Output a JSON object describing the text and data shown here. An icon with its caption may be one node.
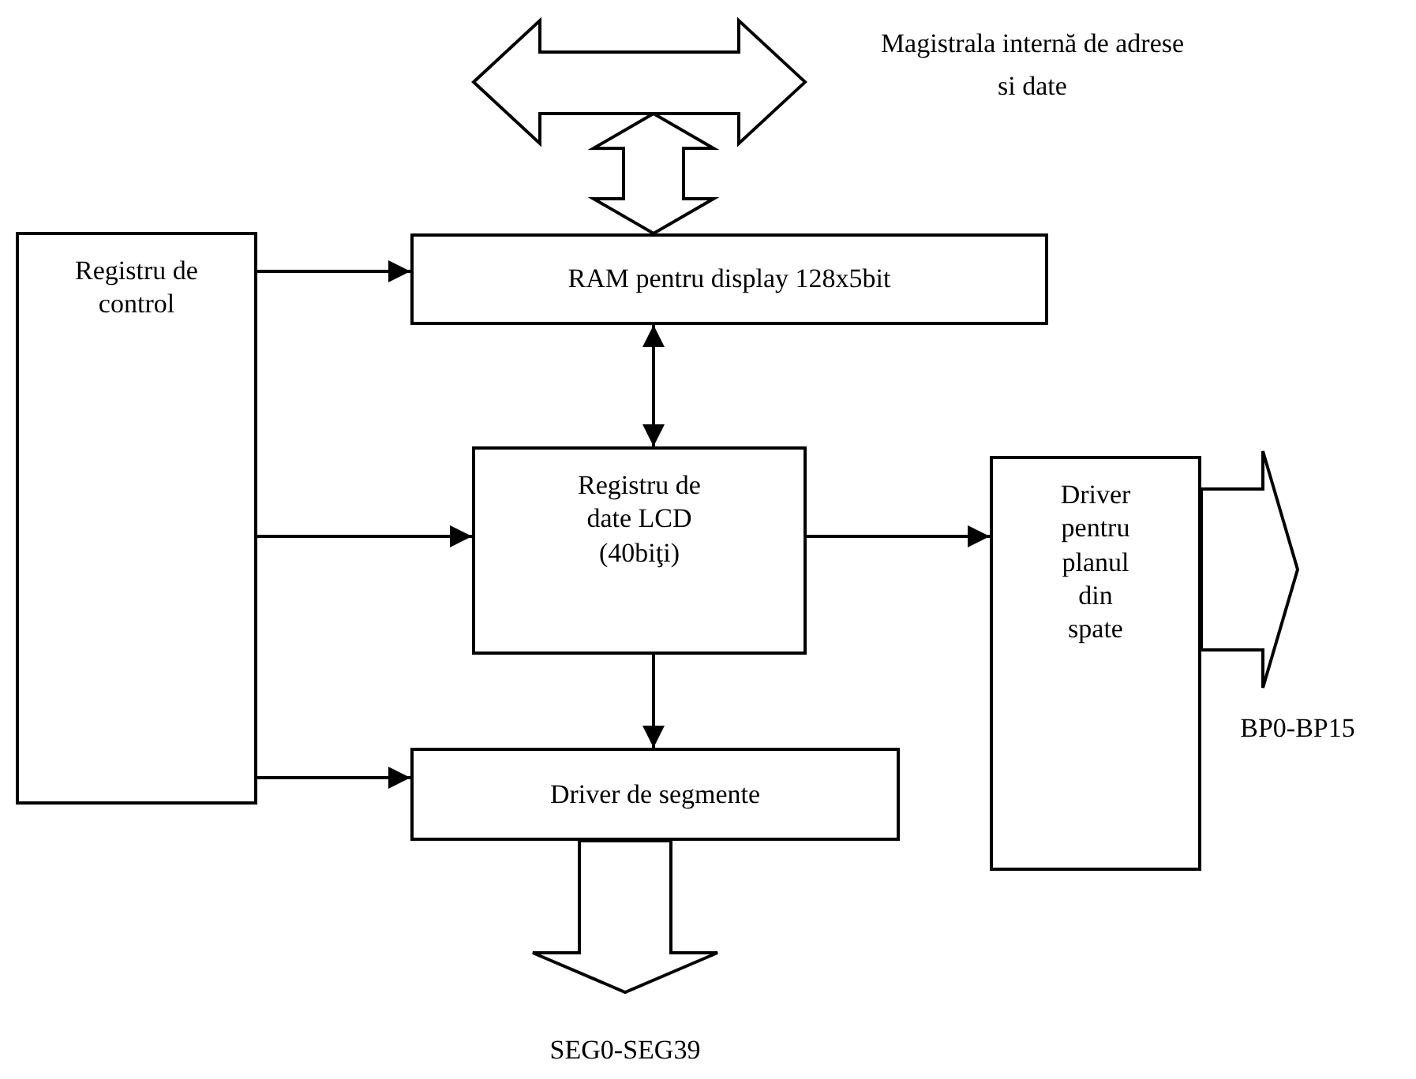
{
  "diagram": {
    "nodes": [
      {
        "text": [
          "Registru de control"
        ]
      },
      {
        "text": [
          "RAM pentru display 128x5bit"
        ]
      },
      {
        "text": [
          "Registru de date LCD (40biţi)"
        ]
      },
      {
        "text": [
          "Driver pentru planul din spate"
        ]
      },
      {
        "text": [
          "Driver de segmente"
        ]
      },
      {
        "text": [],
        "shape": "arrow",
        "beside": [
          "Magistrala internă de adrese si date"
        ]
      }
    ],
    "edges": [
      {
        "from": 0,
        "to": 1,
        "arrow": "to"
      },
      {
        "from": 0,
        "to": 2,
        "arrow": "to"
      },
      {
        "from": 0,
        "to": 4,
        "arrow": "to"
      },
      {
        "from": 1,
        "to": 2,
        "arrow": "both"
      },
      {
        "from": 2,
        "to": 4,
        "arrow": "to"
      },
      {
        "from": 2,
        "to": 3,
        "arrow": "to"
      },
      {
        "from": 5,
        "to": 1,
        "arrow": "both",
        "style": "thick"
      },
      {
        "from": 4,
        "to": null,
        "arrow": "to",
        "style": "thick"
      },
      {
        "from": 3,
        "to": null,
        "arrow": "to",
        "style": "thick"
      }
    ],
    "labels": [
      "BP0-BP15",
      "SEG0-SEG39"
    ]
  }
}
